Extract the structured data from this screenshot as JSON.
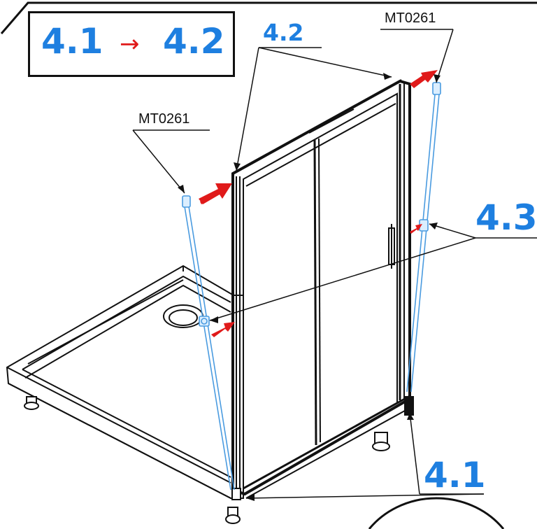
{
  "colors": {
    "accent": "#1E7FE0",
    "arrow": "#E01A1A",
    "line": "#111111",
    "part": "#4A9BE0"
  },
  "step": {
    "from": "4.1",
    "arrow": "→",
    "to": "4.2"
  },
  "callouts": {
    "top": "4.2",
    "right": "4.3",
    "bottom": "4.1"
  },
  "parts": {
    "left_code": "MT0261",
    "right_code": "MT0261"
  },
  "icons": [
    "red-push-arrow-icon",
    "wall-bracket-icon"
  ]
}
